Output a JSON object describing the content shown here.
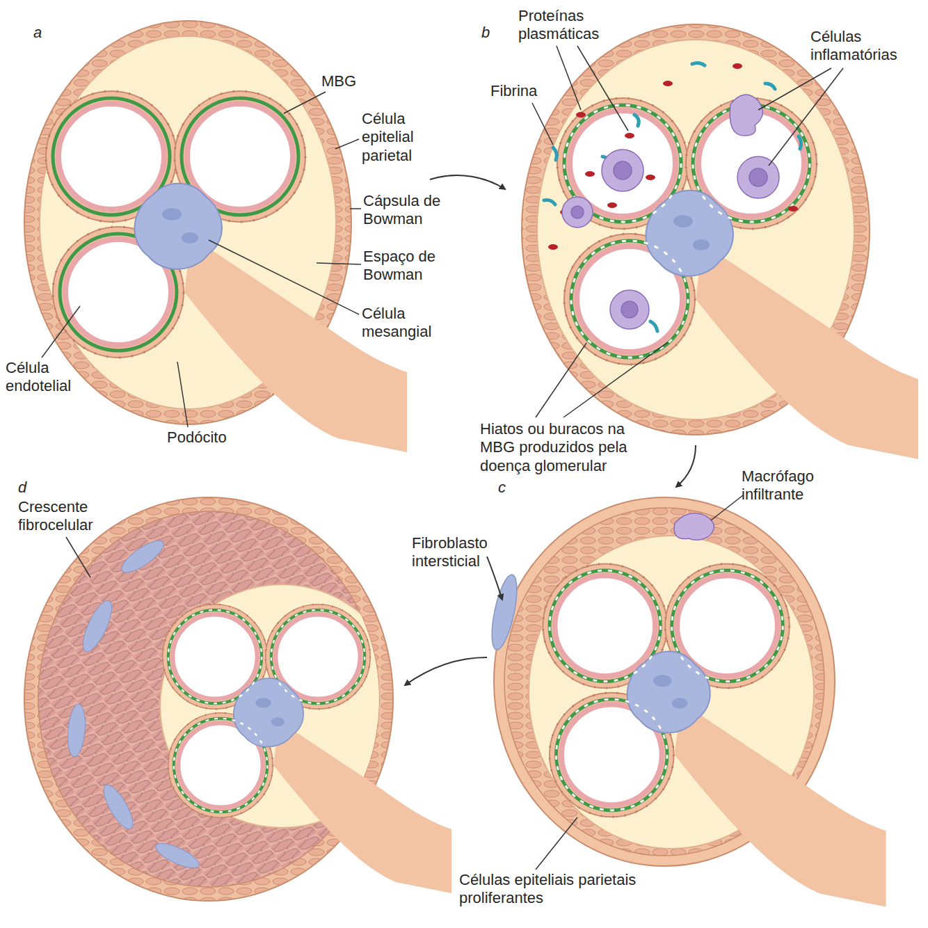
{
  "diagram": {
    "labels": [
      "a",
      "MBG",
      "Célula epitelial parietal",
      "Cápsula de Bowman",
      "Espaço de Bowman",
      "Célula mesangial",
      "Célula endotelial",
      "Podócito",
      "b",
      "Proteínas plasmáticas",
      "Células inflamatórias",
      "Fibrina",
      "Hiatos ou buracos na MBG produzidos pela doença glomerular",
      "c",
      "Macrófago infiltrante",
      "Fibroblasto intersticial",
      "Células epiteliais parietais proliferantes",
      "d",
      "Crescente fibrocelular"
    ]
  }
}
